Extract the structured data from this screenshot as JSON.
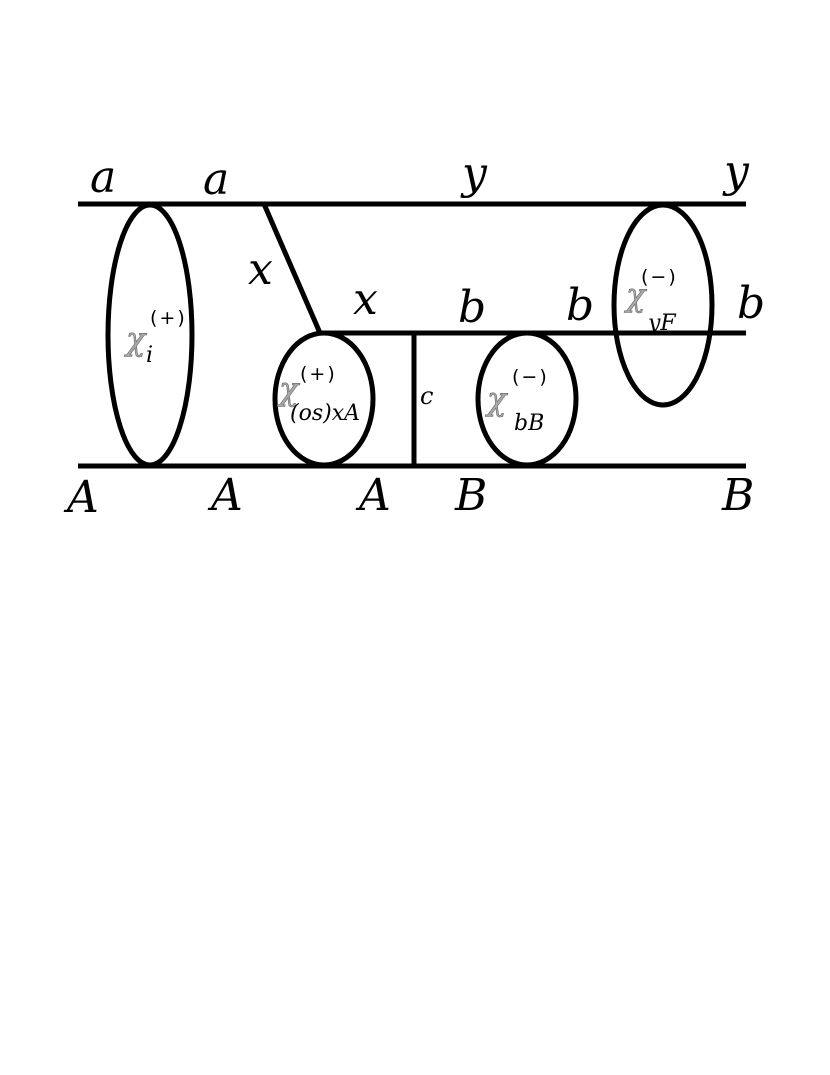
{
  "top_labels": {
    "a1": "a",
    "a2": "a",
    "y1": "y",
    "y2": "y"
  },
  "mid_labels": {
    "x1": "x",
    "x2": "x",
    "b1": "b",
    "b2": "b",
    "b3": "b",
    "c": "c"
  },
  "bottom_labels": {
    "A1": "A",
    "A2": "A",
    "A3": "A",
    "B1": "B",
    "B2": "B"
  },
  "blobs": {
    "chi_i": {
      "symbol": "χ",
      "sup": "(+)",
      "sub": "i"
    },
    "chi_osxA": {
      "symbol": "χ",
      "sup": "(+)",
      "sub": "(os)xA"
    },
    "chi_bB": {
      "symbol": "χ",
      "sup": "(−)",
      "sub": "bB"
    },
    "chi_yF": {
      "symbol": "χ",
      "sup": "(−)",
      "sub": "yF"
    }
  }
}
